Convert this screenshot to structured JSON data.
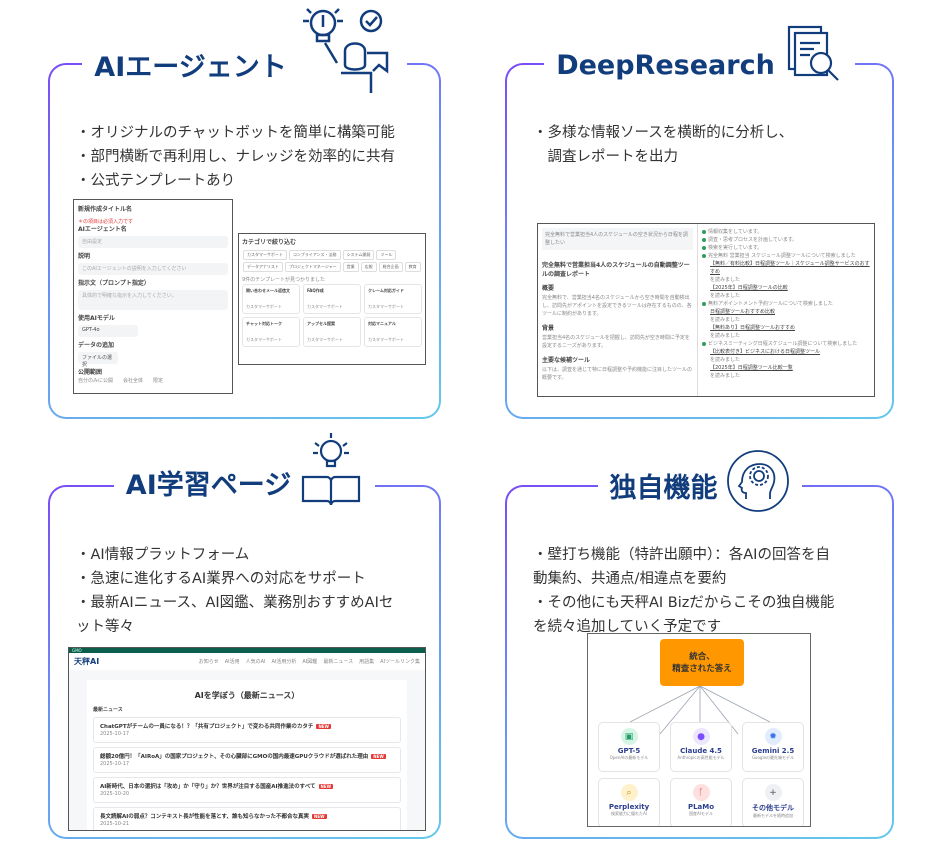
{
  "colors": {
    "title": "#123d7d",
    "border_start": "#7a4cf4",
    "border_end": "#63c9ea",
    "accent_orange": "#ff9800"
  },
  "cards": [
    {
      "title": "AIエージェント",
      "icon": "lightbulb-person-icon",
      "bullets": [
        "・オリジナルのチャットボットを簡単に構築可能",
        "・部門横断で再利用し、ナレッジを効率的に共有",
        "・公式テンプレートあり"
      ]
    },
    {
      "title": "DeepResearch",
      "icon": "document-magnifier-icon",
      "bullets": [
        "・多様な情報ソースを横断的に分析し、",
        "　調査レポートを出力"
      ]
    },
    {
      "title": "AI学習ページ",
      "icon": "lightbulb-book-icon",
      "bullets": [
        "・AI情報プラットフォーム",
        "・急速に進化するAI業界への対応をサポート",
        "・最新AIニュース、AI図鑑、業務別おすすめAIセ",
        "ット等々"
      ]
    },
    {
      "title": "独自機能",
      "icon": "head-gear-icon",
      "bullets": [
        "・壁打ち機能（特許出願中）：各AIの回答を自",
        "動集約、共通点/相違点を要約",
        "・その他にも天秤AI Bizだからこその独自機能",
        "を続々追加していく予定です"
      ]
    }
  ],
  "agent_form": {
    "title": "新規作成タイトル名",
    "required_note": "＊の項目は必須入力です",
    "name_label": "AIエージェント名",
    "name_placeholder": "自由設定",
    "desc_label": "説明",
    "desc_placeholder": "このAIエージェントの説明を入力してください",
    "prompt_label": "指示文（プロンプト指定）",
    "prompt_placeholder": "具体的で明確な指示を入力してください。",
    "model_label": "使用AIモデル",
    "model_value": "GPT-4o",
    "data_label": "データの追加",
    "file_button": "ファイルの選択",
    "scope_label": "公開範囲",
    "scope_options": [
      "自分のみに公開",
      "会社全体",
      "限定"
    ]
  },
  "template_panel": {
    "title": "カテゴリで絞り込む",
    "chips": [
      "カスタマーサポート",
      "コンプライアンス・法務",
      "システム開発",
      "ツール",
      "データアナリスト",
      "プロジェクトマネージャー",
      "営業",
      "広報",
      "総合企画",
      "教育"
    ],
    "found": "9件のテンプレートが見つかりました",
    "cards": [
      {
        "title": "問い合わせメール返信文",
        "tag": "カスタマーサポート"
      },
      {
        "title": "FAQ作成",
        "tag": "カスタマーサポート"
      },
      {
        "title": "クレーム対応ガイド",
        "tag": "カスタマーサポート"
      },
      {
        "title": "チャット対応トーク",
        "tag": "カスタマーサポート"
      },
      {
        "title": "アップセル提案",
        "tag": "カスタマーサポート"
      },
      {
        "title": "対応マニュアル",
        "tag": "カスタマーサポート"
      }
    ]
  },
  "research": {
    "query": "完全無料で営業担当4人のスケジュールの空き状況から日程を調整したい",
    "report_title": "完全無料で営業担当4人のスケジュールの自動調整ツールの調査レポート",
    "sections": [
      {
        "h": "概要",
        "p": "完全無料で、営業担当4名のスケジュールから空き時間を自動検出し、訪問先がアポイントを設定できるツールは存在するものの、各ツールに制約があります。"
      },
      {
        "h": "背景",
        "p": "営業担当4名のスケジュールを把握し、訪問先が空き時間に予定を設定するニーズがあります。"
      },
      {
        "h": "主要な候補ツール",
        "p": "以下は、調査を通じて特に日程調整や予約機能に注目したツールの概要です。"
      }
    ],
    "steps": [
      "情報収集をしています。",
      "調査・思考プロセスを計画しています。",
      "検索を実行しています。",
      "完全無料 営業担当 スケジュール調整ツールについて検索しました",
      "無料アポイントメント予約ツールについて検索しました",
      "ビジネスミーティング日程スケジュール調整について検索しました"
    ],
    "links": [
      "【無料／有料比較】日程調整ツール｜スケジュール調整サービスのおすすめ",
      "【2025年】日程調整ツールの比較",
      "日程調整ツールおすすめ比較",
      "【無料あり】日程調整ツールおすすめ",
      "【比較表付き】ビジネスにおける日程調整ツール",
      "【2025年】日程調整ツール比較一覧"
    ],
    "read": "を読みました"
  },
  "learn_page": {
    "brand": "天秤AI",
    "topbar": "GMO",
    "nav": [
      "お知らせ",
      "AI活用",
      "人気のAI",
      "AI活用分析",
      "AI図鑑",
      "最新ニュース",
      "用語集",
      "AIツールリンク集"
    ],
    "heading": "AIを学ぼう（最新ニュース）",
    "section": "最新ニュース",
    "badge": "NEW",
    "news": [
      {
        "title": "ChatGPTがチームの一員になる！？「共有プロジェクト」で変わる共同作業のカタチ",
        "date": "2025-10-17"
      },
      {
        "title": "総額20億円！「AIRoA」の国家プロジェクト、その心臓部にGMOの国内最速GPUクラウドが選ばれた理由",
        "date": "2025-10-17"
      },
      {
        "title": "AI新時代、日本の選択は「攻め」か「守り」か？世界が注目する国産AI推進法のすべて",
        "date": "2025-10-20"
      },
      {
        "title": "長文読解AIの弱点？コンテキスト長が性能を落とす、誰も知らなかった不都合な真実",
        "date": "2025-10-21"
      }
    ]
  },
  "diagram": {
    "top": "統合、\n精査された答え",
    "models": [
      {
        "name": "GPT-5",
        "desc": "OpenAIの最新モデル",
        "icon": "robot-icon",
        "color": "#d6f5e5",
        "fg": "#1f9d6b"
      },
      {
        "name": "Claude 4.5",
        "desc": "Anthropicの高性能モデル",
        "icon": "brain-icon",
        "color": "#ece6ff",
        "fg": "#7c4dff"
      },
      {
        "name": "Gemini 2.5",
        "desc": "Googleの最先端モデル",
        "icon": "gem-icon",
        "color": "#e1ecff",
        "fg": "#3b73e8"
      },
      {
        "name": "Perplexity",
        "desc": "検索能力に優れたAI",
        "icon": "search-icon",
        "color": "#fff1cc",
        "fg": "#d28a00"
      },
      {
        "name": "PLaMo",
        "desc": "国産AIモデル",
        "icon": "branch-icon",
        "color": "#ffe0e0",
        "fg": "#e53935"
      },
      {
        "name": "その他モデル",
        "desc": "最新モデルを随時追加",
        "icon": "plus-icon",
        "color": "#eef0f3",
        "fg": "#555"
      }
    ]
  }
}
